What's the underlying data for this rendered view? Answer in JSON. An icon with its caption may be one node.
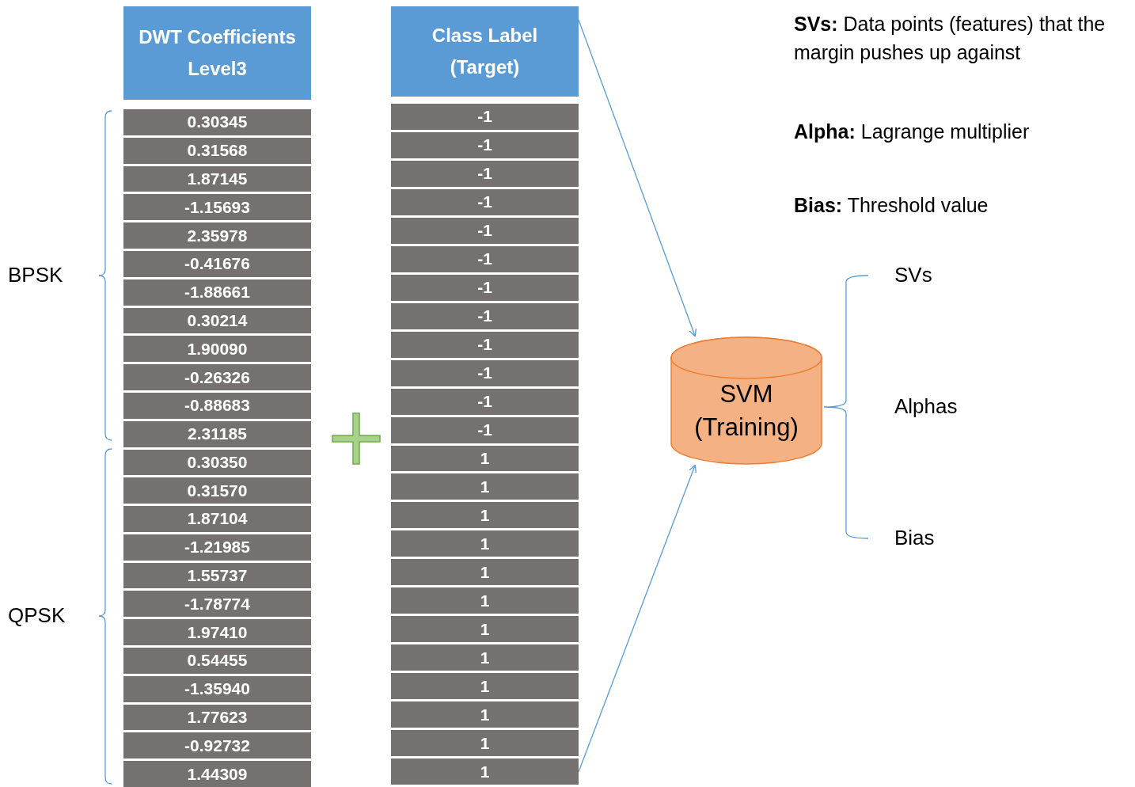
{
  "diagram": {
    "nodes": [
      {
        "text": [
          "DWT Coefficients Level3"
        ]
      },
      {
        "text": [
          "Class Label (Target)"
        ]
      },
      {
        "text": [
          "SVM (Training)"
        ]
      }
    ],
    "edges": [
      {
        "from": 1,
        "to": 2,
        "arrow": "to"
      },
      {
        "from": 1,
        "to": 2,
        "arrow": "to"
      }
    ],
    "labels": [
      "**SVs:** Data points (features) that the margin pushes up against",
      "**Alpha:** Lagrange multiplier",
      "**Bias:** Threshold value",
      "SVs",
      "Alphas",
      "Bias",
      "BPSK",
      "QPSK",
      "0.30345",
      "-1",
      "0.31568",
      "-1",
      "1.87145",
      "-1",
      "-1.15693",
      "-1",
      "2.35978",
      "-1",
      "-0.41676",
      "-1",
      "-1.88661",
      "-1",
      "0.30214",
      "-1",
      "1.90090",
      "-1",
      "-0.26326",
      "-1",
      "-0.88683",
      "-1",
      "2.31185",
      "-1",
      "0.30350",
      "1",
      "0.31570",
      "1",
      "1.87104",
      "1",
      "-1.21985",
      "1",
      "1.55737",
      "1",
      "-1.78774",
      "1",
      "1.97410",
      "1",
      "0.54455",
      "1",
      "-1.35940",
      "1",
      "1.77623",
      "1",
      "-0.92732",
      "1",
      "1.44309",
      "1"
    ]
  }
}
